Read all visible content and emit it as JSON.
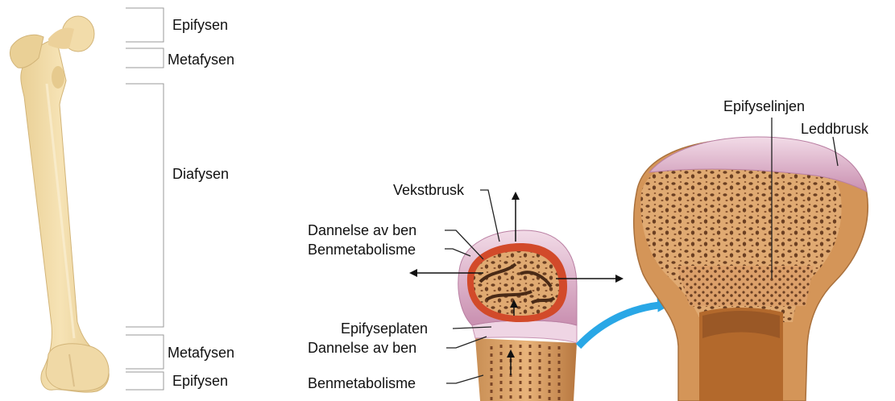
{
  "colors": {
    "bone_light": "#f2dca6",
    "bone_mid": "#d9b77c",
    "bone_dark": "#b08552",
    "marrow": "#5a3a22",
    "cartilage": "#d9a9c4",
    "cartilage_light": "#ecd0df",
    "growth_red": "#d24a2a",
    "arrow_blue": "#29a7e6",
    "line": "#222222"
  },
  "femur": {
    "labels": {
      "epiphysis_top": "Epifysen",
      "metaphysis_top": "Metafysen",
      "diaphysis": "Diafysen",
      "metaphysis_bottom": "Metafysen",
      "epiphysis_bottom": "Epifysen"
    }
  },
  "growth": {
    "labels": {
      "growth_cartilage": "Vekstbrusk",
      "bone_formation_1": "Dannelse av ben",
      "bone_metabolism_1": "Benmetabolisme",
      "epiphyseal_plate": "Epifyseplaten",
      "bone_formation_2": "Dannelse av ben",
      "bone_metabolism_2": "Benmetabolisme"
    }
  },
  "adult": {
    "labels": {
      "epiphyseal_line": "Epifyselinjen",
      "articular_cartilage": "Leddbrusk"
    }
  }
}
